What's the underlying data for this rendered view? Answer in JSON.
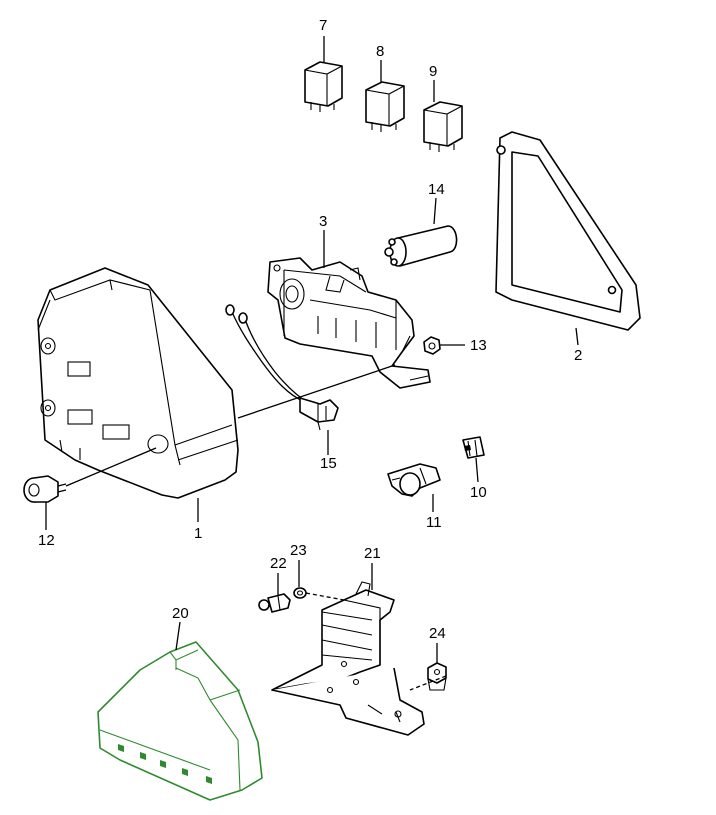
{
  "diagram": {
    "highlight_color": "#2f8a2f",
    "line_color": "#000000",
    "callouts": {
      "c1": "1",
      "c2": "2",
      "c3": "3",
      "c7": "7",
      "c8": "8",
      "c9": "9",
      "c10": "10",
      "c11": "11",
      "c12": "12",
      "c13": "13",
      "c14": "14",
      "c15": "15",
      "c20": "20",
      "c21": "21",
      "c22": "22",
      "c23": "23",
      "c24": "24"
    }
  }
}
